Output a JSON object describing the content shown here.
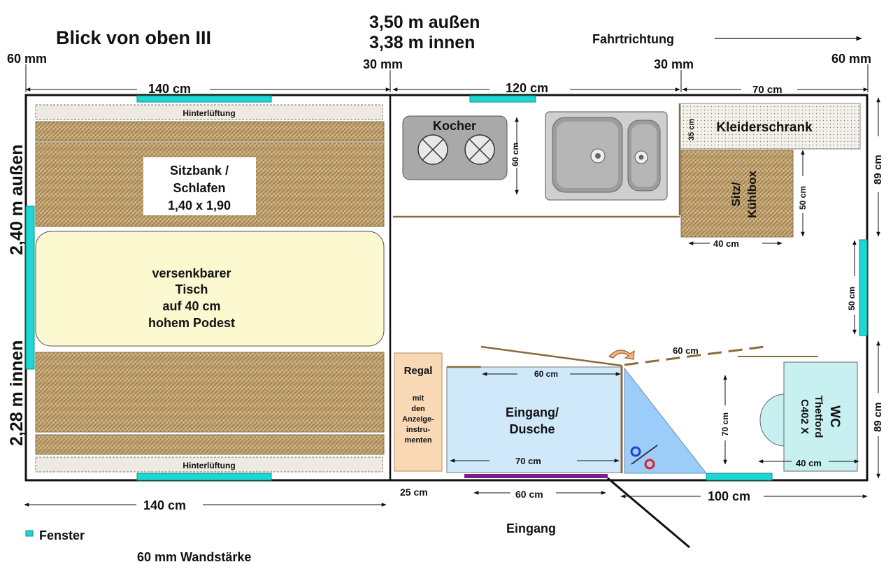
{
  "title": "Blick von oben III",
  "dimensions": {
    "length_outer": "3,50 m außen",
    "length_inner": "3,38 m innen",
    "width_outer": "2,40 m außen",
    "width_inner": "2,28 m innen",
    "wall_left": "60 mm",
    "wall_right": "60 mm",
    "wall_mid_1": "30 mm",
    "wall_mid_2": "30 mm",
    "seg_140_top": "140 cm",
    "seg_120": "120 cm",
    "seg_70": "70 cm",
    "height_89_upper": "89 cm",
    "height_89_lower": "89 cm",
    "seg_140_bottom": "140 cm",
    "seg_25": "25 cm",
    "seg_60_bottom": "60 cm",
    "seg_100": "100 cm"
  },
  "direction_label": "Fahrtrichtung",
  "rooms": {
    "ventilation_top": "Hinterlüftung",
    "ventilation_bottom": "Hinterlüftung",
    "bench_lines": [
      "Sitzbank /",
      "Schlafen",
      "1,40 x 1,90"
    ],
    "table_lines": [
      "versenkbarer",
      "Tisch",
      "auf 40 cm",
      "hohem Podest"
    ],
    "stove": "Kocher",
    "stove_depth": "60 cm",
    "wardrobe": "Kleiderschrank",
    "wardrobe_depth": "35 cm",
    "seat_box_lines": [
      "Sitz/",
      "Kühlbox"
    ],
    "seat_box_height": "50 cm",
    "seat_box_width": "40 cm",
    "window_height": "50 cm",
    "shelf_title": "Regal",
    "shelf_lines": [
      "mit",
      "den",
      "Anzeige-",
      "instru-",
      "menten"
    ],
    "shower_lines": [
      "Eingang/",
      "Dusche"
    ],
    "shower_top_width": "60 cm",
    "shower_bottom_width": "70 cm",
    "door_swing": "60 cm",
    "wc_depth": "70 cm",
    "wc_lines": [
      "WC",
      "Thetford",
      "C402 X"
    ],
    "wc_width": "40 cm"
  },
  "legend": {
    "window": "Fenster",
    "wall_thickness": "60 mm Wandstärke"
  },
  "entrance": "Eingang",
  "colors": {
    "window": "#1ed6d2",
    "bench": "#c6a776",
    "table": "#fcf8cf",
    "shower": "#cfe9fb",
    "shower_triangle": "#9ccdfa",
    "shelf": "#f9d9b5",
    "wc": "#c8f0f0",
    "wardrobe": "#f1efe8",
    "sink": "#c9c9c9",
    "stove": "#a9a9a9",
    "divider": "#8a6a3b",
    "door": "#7a1f8a"
  }
}
